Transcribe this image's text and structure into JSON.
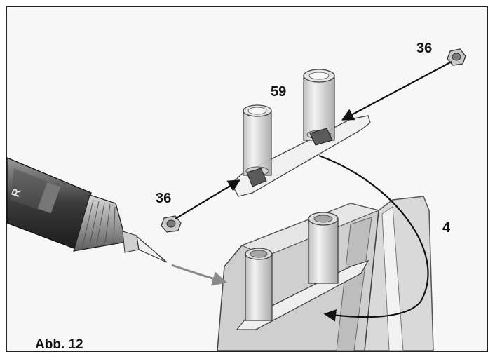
{
  "figure": {
    "caption": "Abb. 12",
    "callouts": {
      "top_right_nut": "36",
      "upper_part": "59",
      "left_nut": "36",
      "base_part": "4"
    },
    "tube_label": "R"
  },
  "colors": {
    "frame_border": "#222222",
    "background": "#f7f7f7",
    "part_fill": "#e8e8e8",
    "part_shadow": "#b5b5b5",
    "tube_dark": "#2a2a2a",
    "arrow": "#111111"
  }
}
